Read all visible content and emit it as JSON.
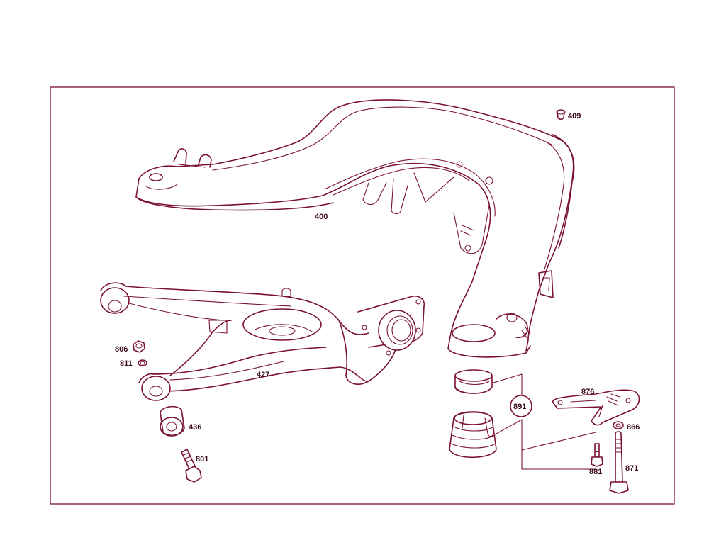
{
  "diagram": {
    "parts": {
      "p400": "400",
      "p409": "409",
      "p427": "427",
      "p806": "806",
      "p811": "811",
      "p436": "436",
      "p801": "801",
      "p876": "876",
      "p891": "891",
      "p866": "866",
      "p881": "881",
      "p871": "871"
    }
  }
}
